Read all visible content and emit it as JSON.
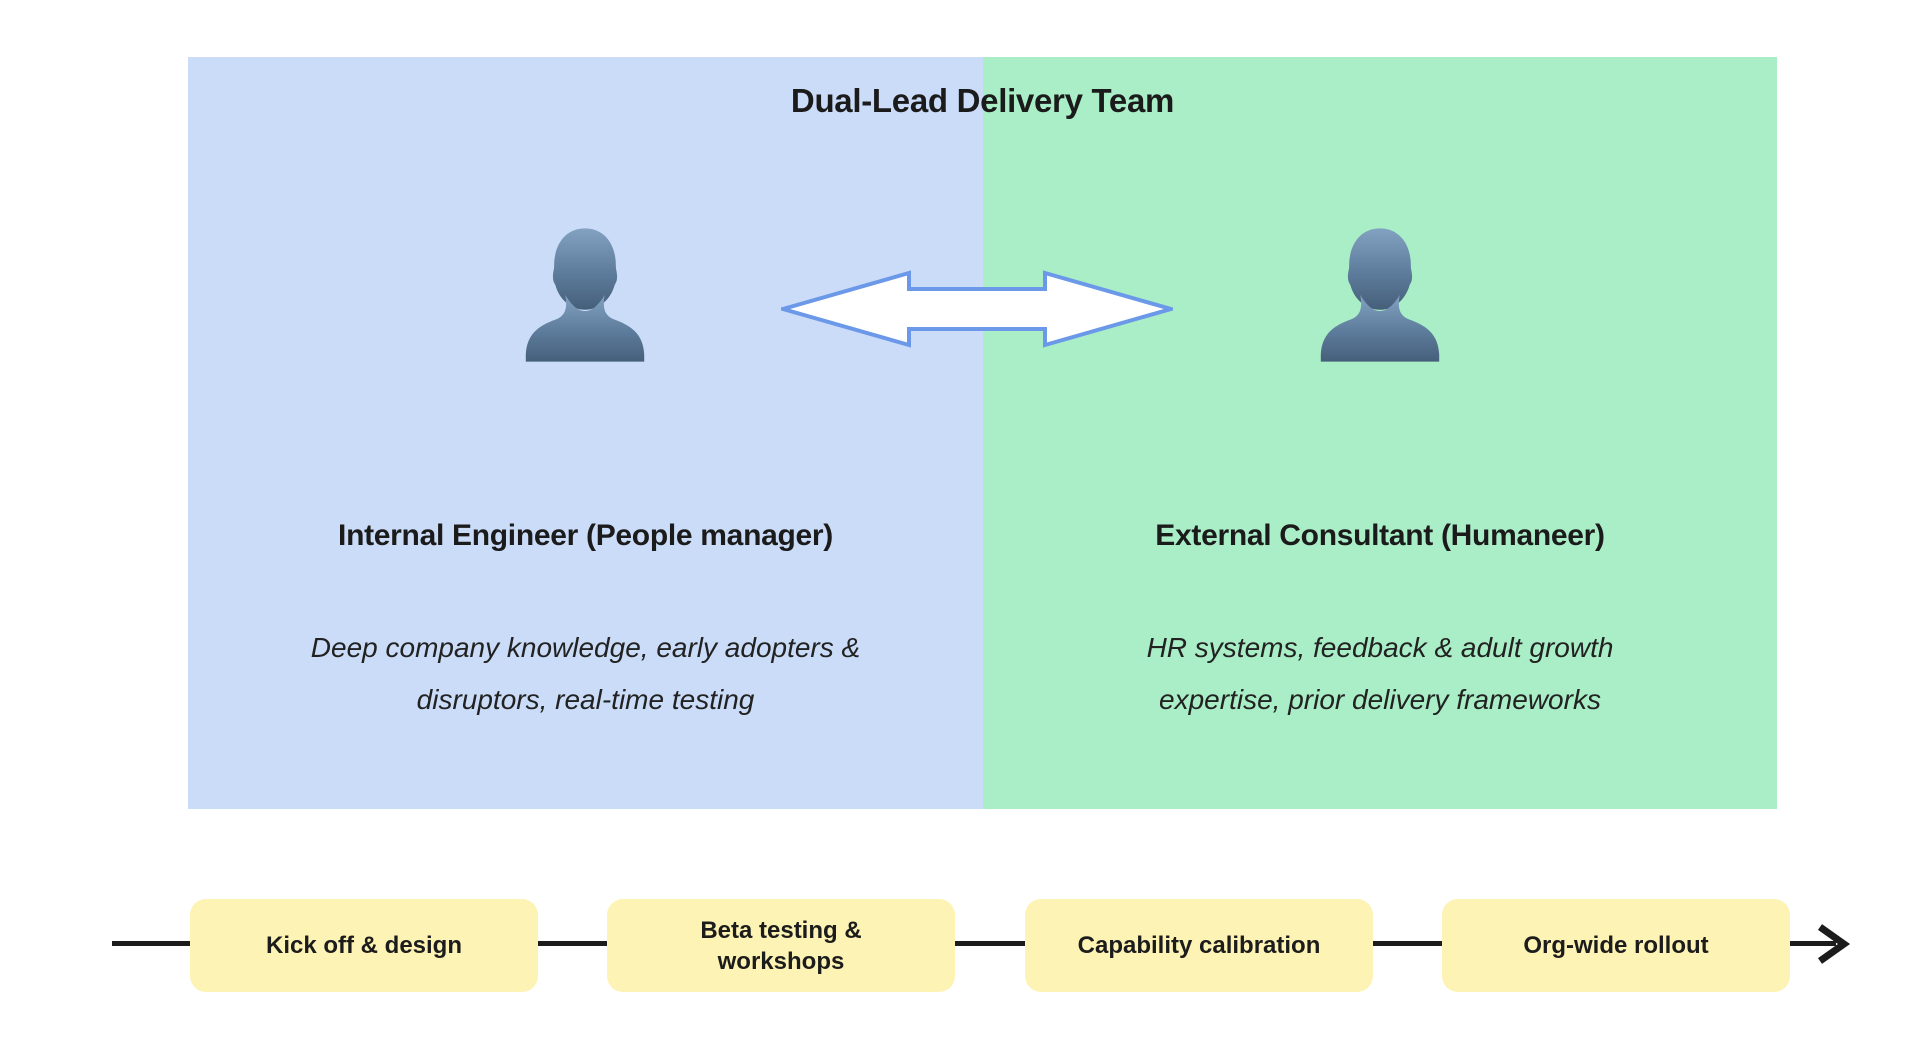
{
  "panel": {
    "title": "Dual-Lead Delivery Team",
    "left": {
      "heading": "Internal Engineer (People manager)",
      "description": "Deep company knowledge, early adopters &\ndisruptors, real-time testing",
      "bg_color": "#cadcf8"
    },
    "right": {
      "heading": "External Consultant (Humaneer)",
      "description": "HR systems, feedback & adult growth\nexpertise, prior delivery frameworks",
      "bg_color": "#a9eec6"
    },
    "exchange_arrow": {
      "fill_color": "#ffffff",
      "border_color": "#6b98e8"
    },
    "person_icon_colors": {
      "top": "#83a1c1",
      "bottom": "#455f7a"
    }
  },
  "timeline": {
    "stages": [
      {
        "label": "Kick off & design"
      },
      {
        "label": "Beta testing &\nworkshops"
      },
      {
        "label": "Capability calibration"
      },
      {
        "label": "Org-wide rollout"
      }
    ],
    "box_color": "#fdf3b4",
    "line_color": "#1c1c1c"
  }
}
